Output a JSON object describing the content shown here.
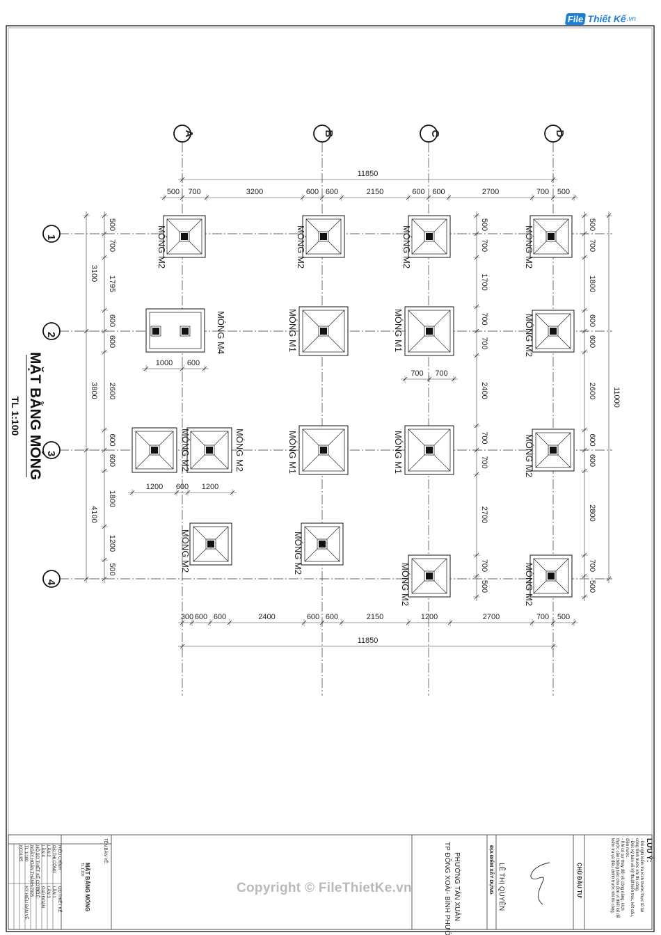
{
  "watermark": {
    "logo_box": "File",
    "logo_text": "Thiết Kế",
    "logo_suffix": ".vn",
    "copyright": "Copyright © FileThietKe.vn"
  },
  "drawing": {
    "title": "MẶT BẰNG MÓNG",
    "scale": "TL 1:100",
    "grid_letters": [
      "A",
      "B",
      "C",
      "D"
    ],
    "grid_numbers": [
      "1",
      "2",
      "3",
      "4"
    ],
    "dims_top": {
      "total": "11850",
      "segments": [
        "500",
        "700",
        "3200",
        "600",
        "600",
        "2150",
        "600",
        "600",
        "2700",
        "700",
        "500"
      ]
    },
    "dims_bottom": {
      "total": "11850",
      "segments": [
        "300",
        "600",
        "600",
        "2400",
        "600",
        "600",
        "2150",
        "1200",
        "2700",
        "700",
        "500"
      ]
    },
    "dims_left": {
      "outer": [
        "3100",
        "3800",
        "4100"
      ],
      "inner": [
        "500",
        "700",
        "1795",
        "600",
        "600",
        "2600",
        "600",
        "600",
        "1800",
        "1200",
        "500"
      ]
    },
    "dims_right": {
      "total": "11000",
      "segments": [
        "500",
        "700",
        "1800",
        "600",
        "600",
        "2600",
        "600",
        "600",
        "2800",
        "700",
        "500"
      ]
    },
    "dims_inner_c": [
      "500",
      "700",
      "1700",
      "700",
      "700",
      "2400",
      "700",
      "700",
      "2700",
      "700",
      "500"
    ],
    "dims_misc": {
      "m4_w1": "1000",
      "m4_w2": "600",
      "c2_w1": "700",
      "c2_w2": "700",
      "m3_w1": "1200",
      "m3_w2": "600",
      "m3_w3": "1200"
    },
    "foundation_labels": {
      "m1": "MÓNG M1",
      "m2": "MÓNG M2",
      "m4": "MÓNG M4"
    }
  },
  "title_block": {
    "notes_title": "LƯU Ý:",
    "notes": [
      "- Đề nghị kiểm tra kích thước thực tế tại",
      "công trình trước khi thi công.",
      "- Đọc kỹ bản vẽ kỹ thuật kiến trúc, kết cấu,",
      "điện nước.",
      "- Khi có sự thay đổi về công năng, kích",
      "thước cần thông báo cho đơn vị thiết kế để",
      "kiểm tra và điều chỉnh trước khi thi công."
    ],
    "owner_label": "CHỦ ĐẦU TƯ",
    "owner_name": "LÊ THỊ QUYÊN",
    "location_label": "ĐỊA ĐIỂM XÂY DỰNG",
    "location_line1": "PHƯỜNG TÂN XUÂN",
    "location_line2": "TP ĐỒNG XOÀI- BÌNH PHƯỚC",
    "sheet_name_label": "TÊN BẢN VẼ:",
    "sheet_name": "MẶT BẰNG MÓNG",
    "sheet_scale": "TL 1:100",
    "revision_labels": [
      "HIỆU CHỈNH",
      "GĐ THIẾT KẾ",
      "GĐ THI CÔNG",
      "LẦN 1",
      "LẦN 2",
      "LẦN 3",
      "LẦN 4",
      "GIAI ĐOẠN",
      "HỒ SƠ THIẾT KẾ CƠ SỞ",
      "TỶ LỆ:",
      "NGÀY HOÀN THÀNH",
      "/2005",
      "TL 1/100",
      "KÝ HIỆU BẢN VẼ",
      "KC01/05"
    ],
    "rev_small": [
      "LẦN 1",
      "LẦN 2",
      "LẦN 3"
    ]
  }
}
